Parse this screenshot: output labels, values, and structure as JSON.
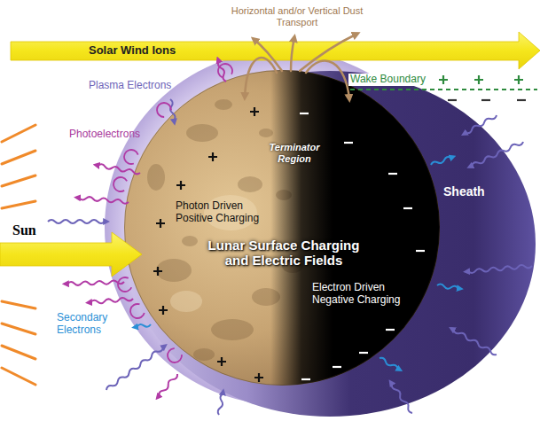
{
  "diagram": {
    "nodes": [
      {
        "text": [
          "Solar Wind Ions"
        ]
      },
      {
        "text": [
          "Sheath"
        ]
      },
      {
        "text": [
          "Terminator Region",
          "Photon Driven Positive Charging",
          "Lunar Surface Charging and Electric Fields",
          "Electron Driven Negative Charging"
        ],
        "in": 1
      }
    ],
    "labels": [
      "Horizontal and/or Vertical Dust Transport",
      "Plasma Electrons",
      "Photoelectrons",
      "Wake Boundary",
      "Sun",
      "Secondary Electrons"
    ]
  }
}
